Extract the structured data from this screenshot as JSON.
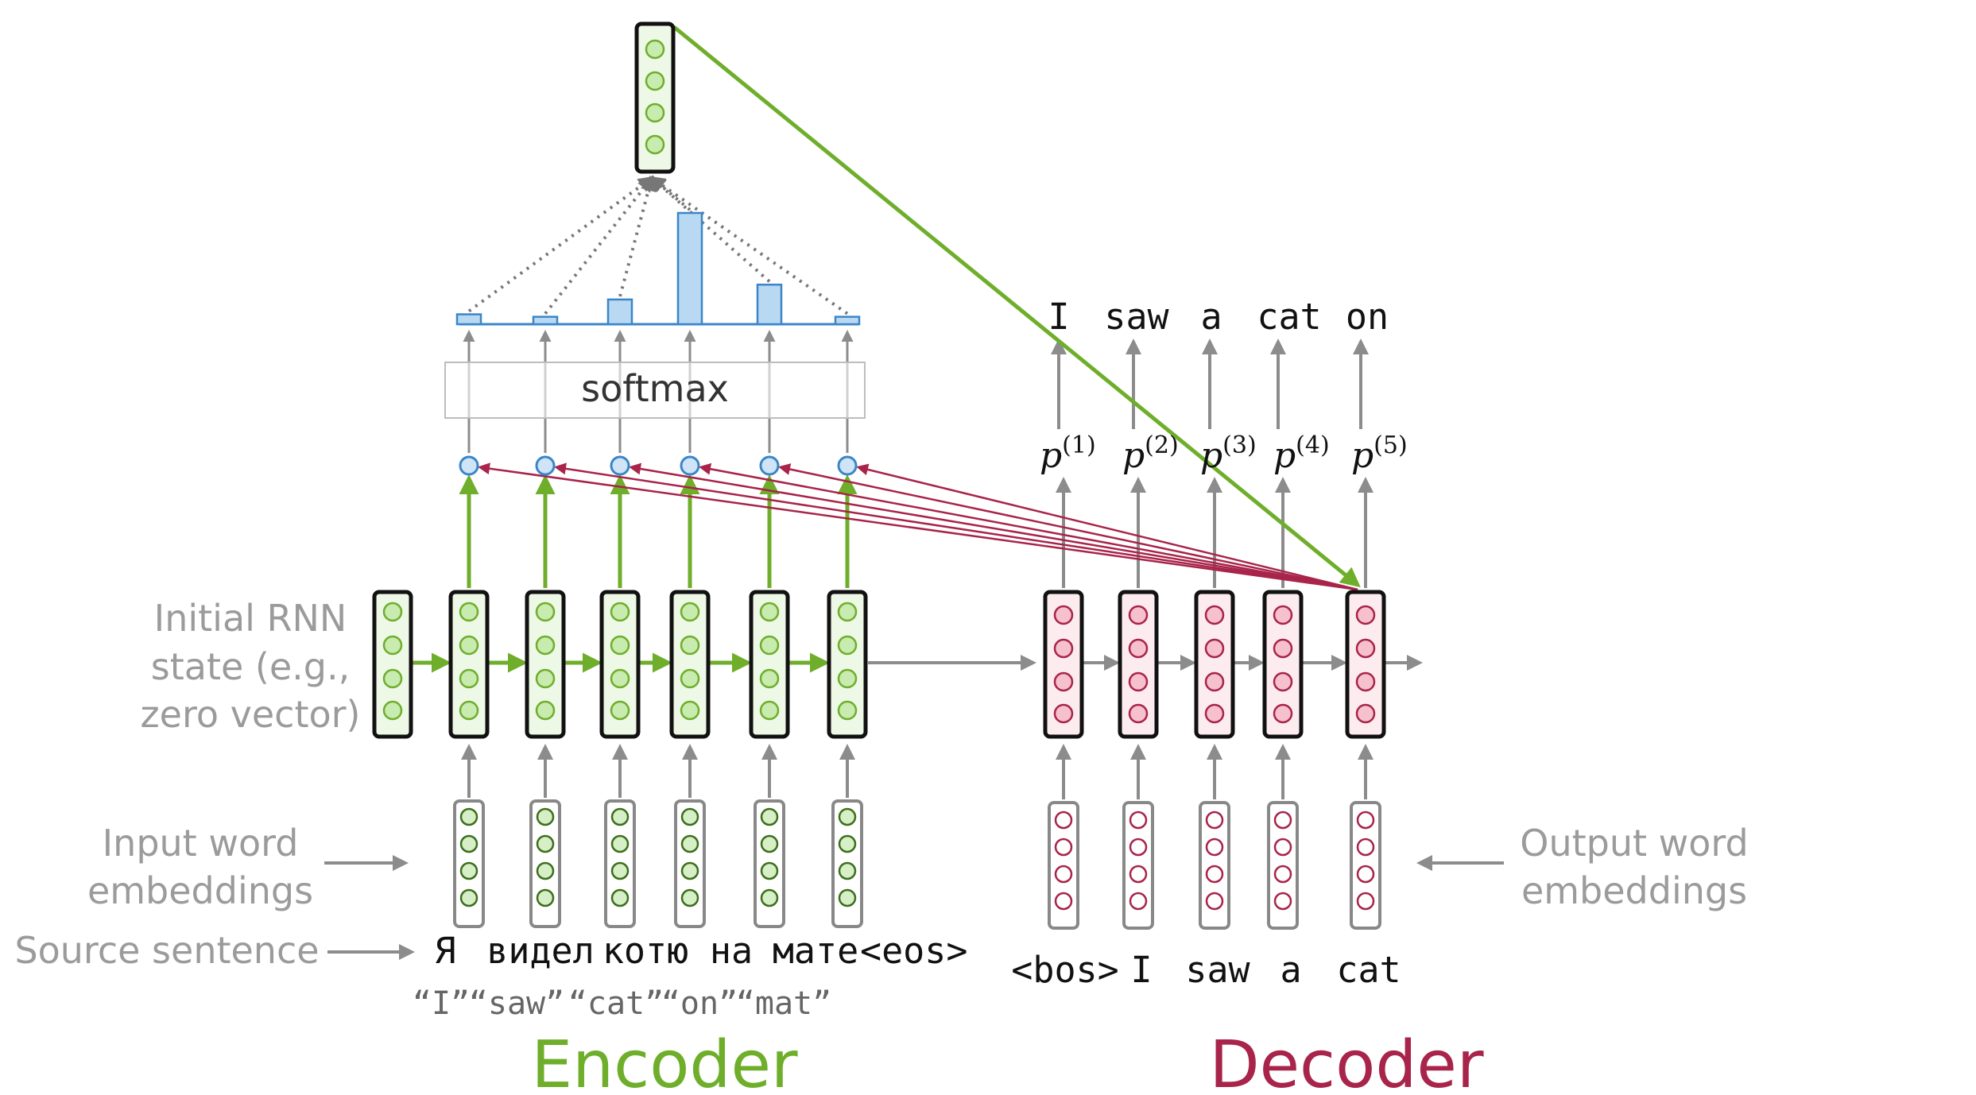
{
  "colors": {
    "encoder": "#6fae2b",
    "decoder": "#a8244a",
    "attention": "#3a86c8",
    "arrow_gray": "#8c8c8c"
  },
  "labels": {
    "initial_state": [
      "Initial RNN",
      "state (e.g.,",
      "zero vector)"
    ],
    "input_embeddings": [
      "Input word",
      "embeddings"
    ],
    "output_embeddings": [
      "Output word",
      "embeddings"
    ],
    "source_sentence": "Source sentence",
    "softmax": "softmax",
    "encoder": "Encoder",
    "decoder": "Decoder"
  },
  "source_words": [
    "Я",
    "видел",
    "котю",
    "на",
    "мате",
    "<eos>"
  ],
  "source_gloss": [
    "“I”",
    "“saw”",
    "“cat”",
    "“on”",
    "“mat”"
  ],
  "decoder_inputs": [
    "<bos>",
    "I",
    "saw",
    "a",
    "cat"
  ],
  "decoder_outputs": [
    "I",
    "saw",
    "a",
    "cat",
    "on"
  ],
  "probabilities": [
    {
      "base": "p",
      "sup": "(1)"
    },
    {
      "base": "p",
      "sup": "(2)"
    },
    {
      "base": "p",
      "sup": "(3)"
    },
    {
      "base": "p",
      "sup": "(4)"
    },
    {
      "base": "p",
      "sup": "(5)"
    }
  ],
  "attention_weights": [
    0.04,
    0.03,
    0.1,
    0.45,
    0.16,
    0.03
  ]
}
